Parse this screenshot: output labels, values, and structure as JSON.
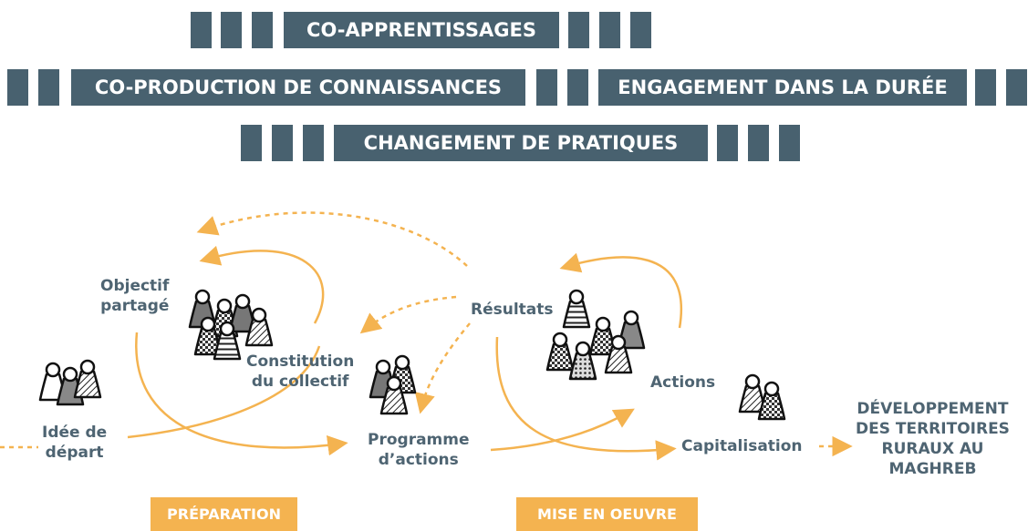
{
  "bands": [
    "CO-APPRENTISSAGES",
    "CO-PRODUCTION DE CONNAISSANCES",
    "ENGAGEMENT DANS LA DURÉE",
    "CHANGEMENT DE PRATIQUES"
  ],
  "nodes": {
    "objectif": "Objectif\npartagé",
    "constitution": "Constitution\ndu collectif",
    "idee": "Idée de\ndépart",
    "programme": "Programme\nd’actions",
    "resultats": "Résultats",
    "actions": "Actions",
    "capitalisation": "Capitalisation",
    "developpement": "DÉVELOPPEMENT\nDES TERRITOIRES\nRURAUX AU\nMAGHREB"
  },
  "phases": {
    "preparation": "PRÉPARATION",
    "mise_en_oeuvre": "MISE EN OEUVRE"
  },
  "colors": {
    "band": "#48616f",
    "arrow": "#f4b350",
    "label": "#4e6472"
  }
}
